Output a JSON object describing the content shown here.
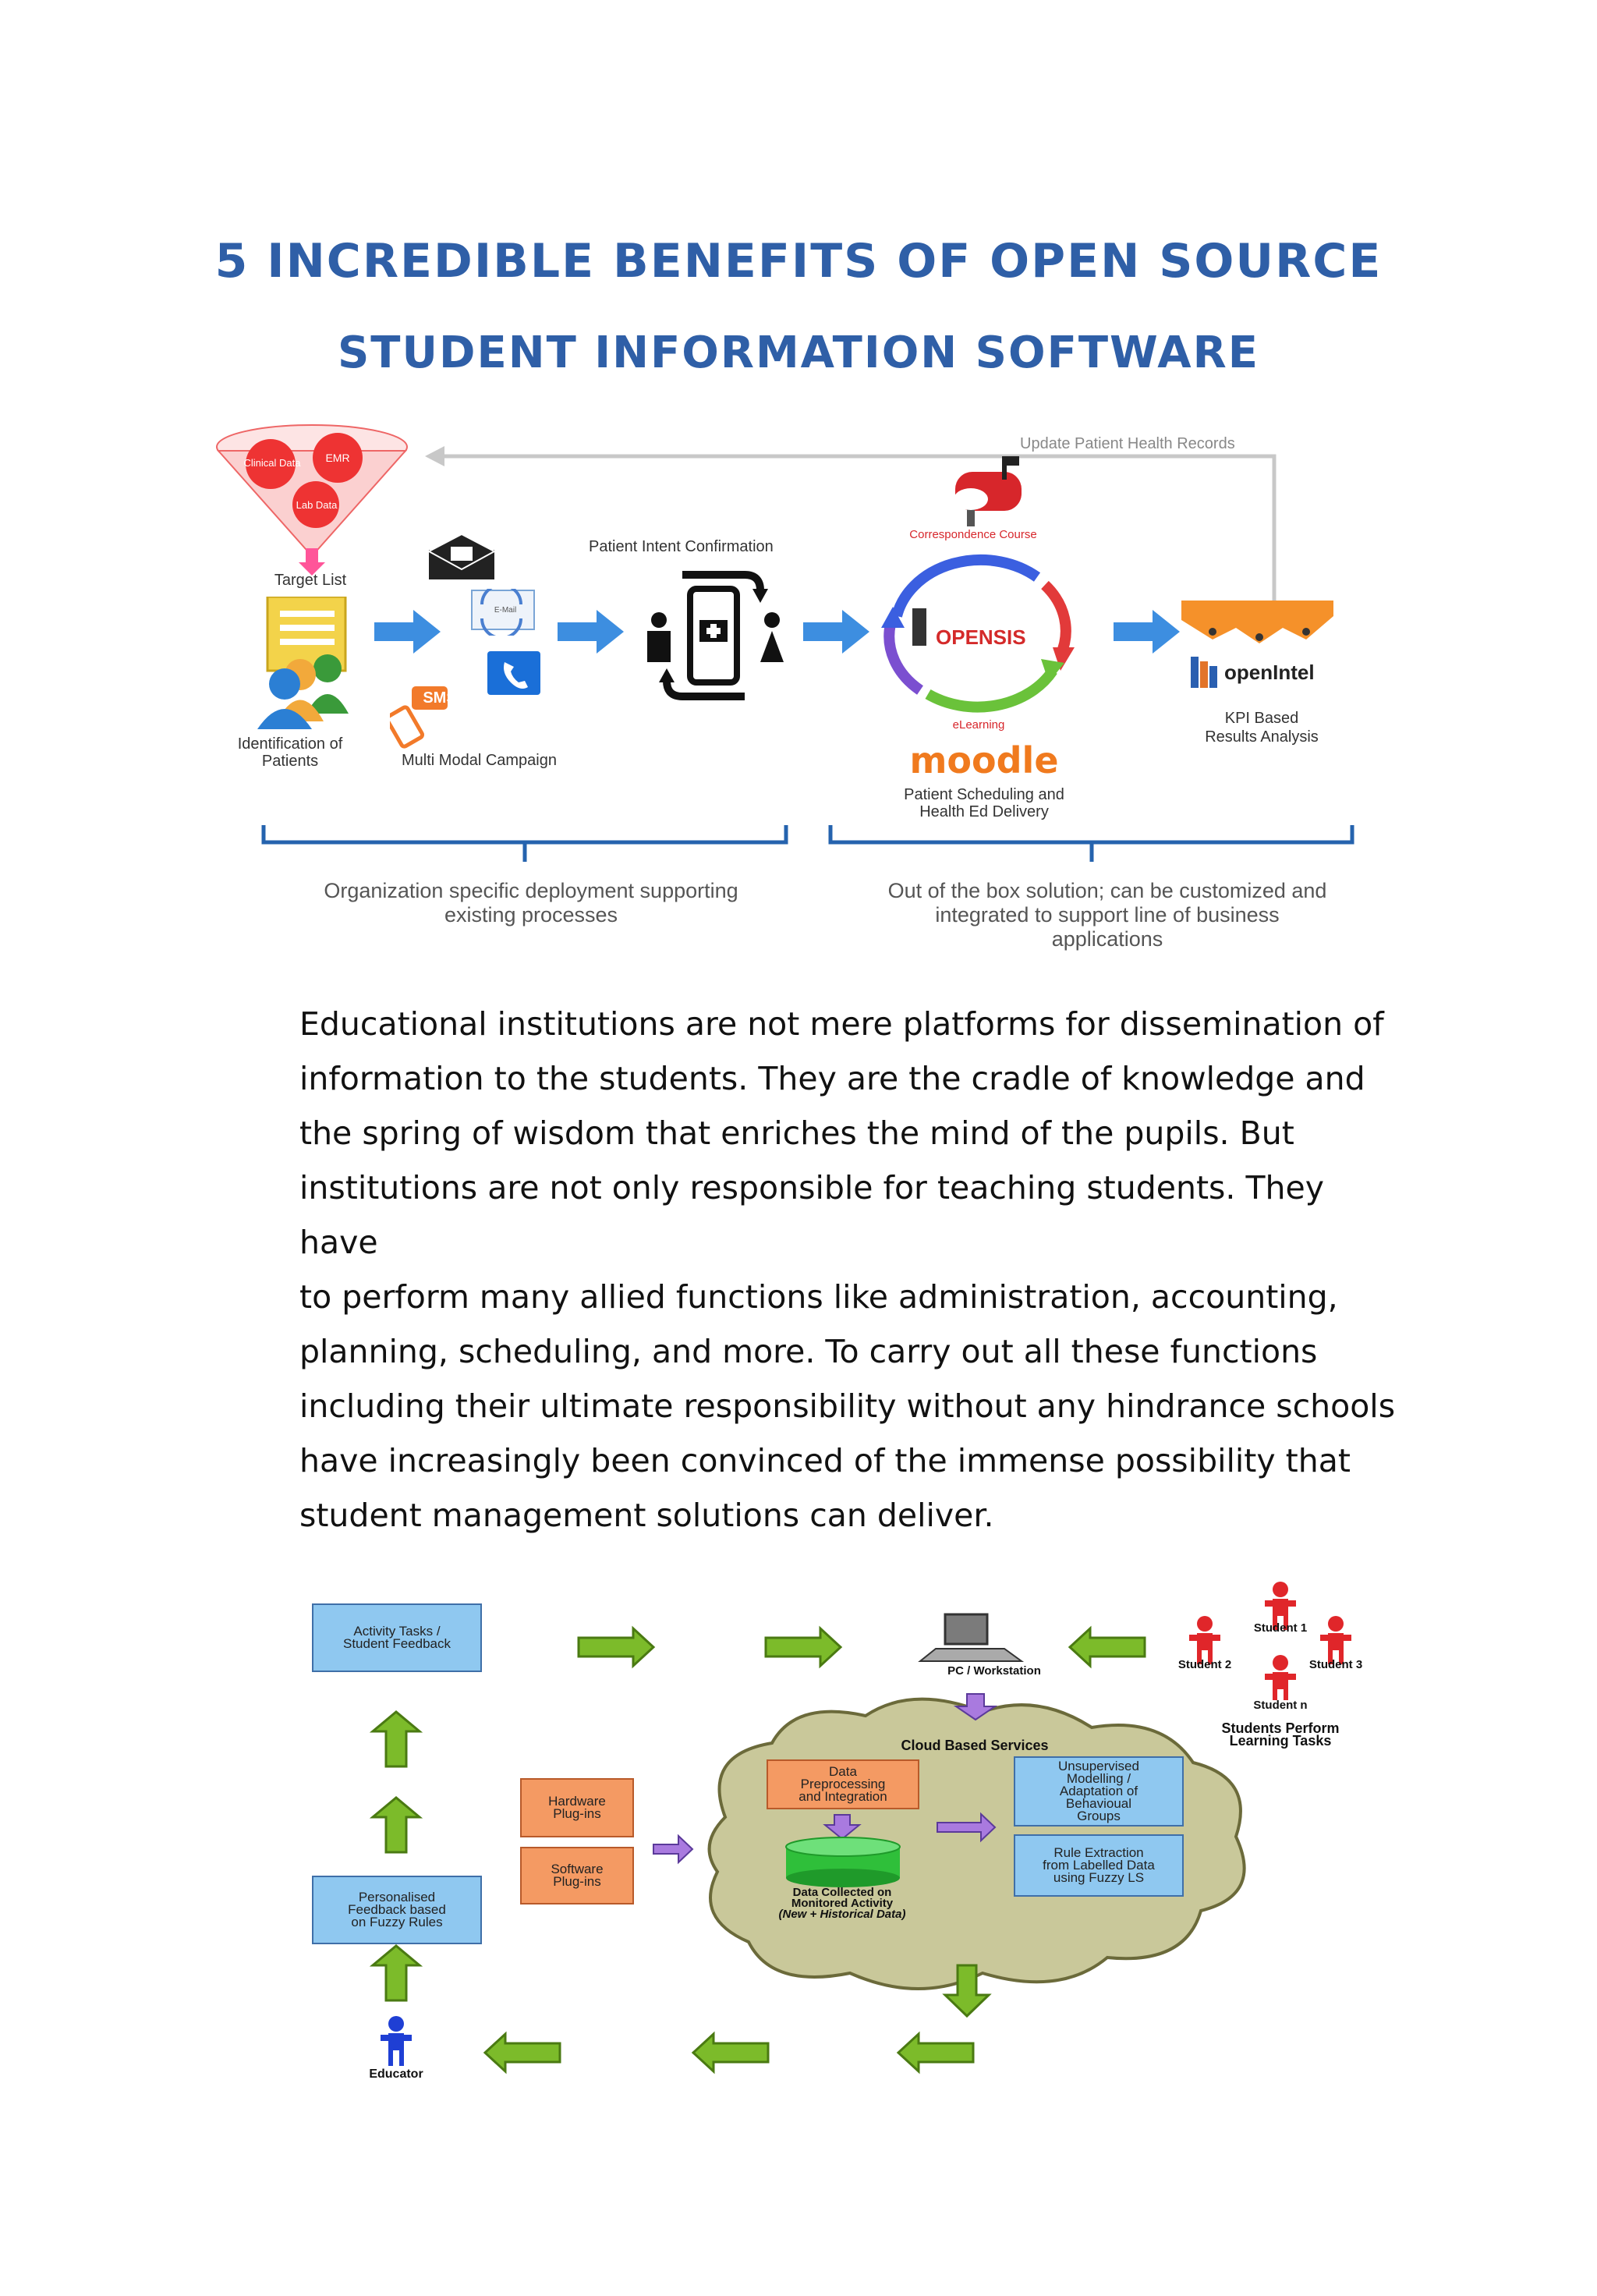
{
  "title": {
    "line1": "5 INCREDIBLE BENEFITS OF OPEN SOURCE",
    "line2": "STUDENT INFORMATION SOFTWARE"
  },
  "diagram1": {
    "update_records": "Update Patient Health Records",
    "funnel_items": [
      "Clinical Data",
      "EMR",
      "Lab Data"
    ],
    "target_list": "Target List",
    "identification": [
      "Identification of",
      "Patients"
    ],
    "email": "E-Mail",
    "sms": "SMS",
    "multi_modal": "Multi Modal Campaign",
    "intent": "Patient Intent Confirmation",
    "correspondence": "Correspondence Course",
    "opensis": "OPENSIS",
    "elearning": "eLearning",
    "moodle": "moodle",
    "scheduling": [
      "Patient Scheduling and",
      "Health Ed Delivery"
    ],
    "openintel": "openIntel",
    "kpi": [
      "KPI Based",
      "Results Analysis"
    ],
    "left_caption": [
      "Organization specific deployment supporting",
      "existing processes"
    ],
    "right_caption": [
      "Out of the box solution; can be customized and",
      "integrated to support line of business",
      "applications"
    ]
  },
  "paragraph": [
    "Educational institutions are not mere platforms for dissemination of",
    "information to the students. They are the cradle of knowledge and",
    "the spring of wisdom that enriches the mind of the pupils. But",
    "institutions are not only responsible for teaching students. They have",
    "to perform many allied functions like administration, accounting,",
    "planning, scheduling, and more. To carry out all these functions",
    "including their ultimate responsibility without any hindrance schools",
    "have increasingly been convinced of the immense possibility that",
    "student management solutions can deliver."
  ],
  "diagram2": {
    "activity": [
      "Activity Tasks /",
      "Student Feedback"
    ],
    "pc": "PC / Workstation",
    "students": [
      "Student 1",
      "Student 2",
      "Student 3",
      "Student n"
    ],
    "students_label": [
      "Students Perform",
      "Learning Tasks"
    ],
    "cloud_title": "Cloud Based Services",
    "hardware": [
      "Hardware",
      "Plug-ins"
    ],
    "software": [
      "Software",
      "Plug-ins"
    ],
    "data_pre": [
      "Data",
      "Preprocessing",
      "and Integration"
    ],
    "unsupervised": [
      "Unsupervised",
      "Modelling /",
      "Adaptation of",
      "Behavioual",
      "Groups"
    ],
    "rule": [
      "Rule Extraction",
      "from Labelled Data",
      "using Fuzzy LS"
    ],
    "data_collected": [
      "Data Collected on",
      "Monitored Activity",
      "(New + Historical Data)"
    ],
    "personalised": [
      "Personalised",
      "Feedback based",
      "on Fuzzy Rules"
    ],
    "educator": "Educator"
  }
}
